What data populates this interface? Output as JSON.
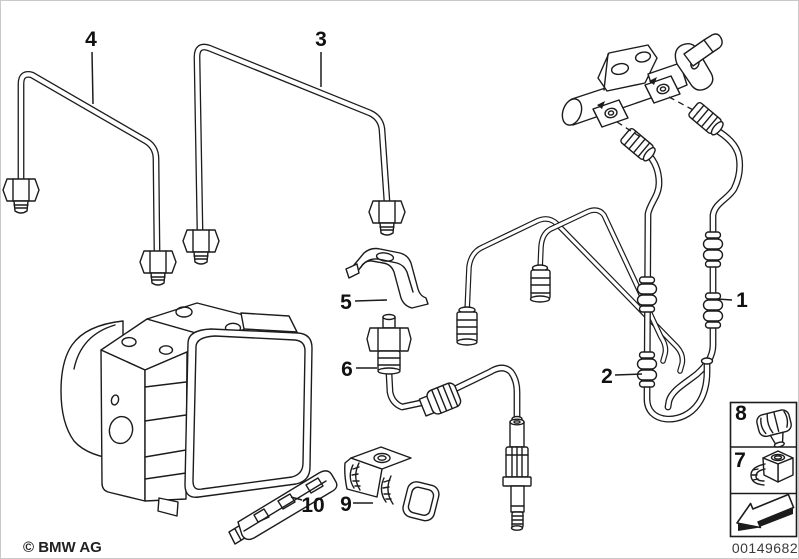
{
  "figure": {
    "callouts": {
      "c1": "1",
      "c2": "2",
      "c3": "3",
      "c4": "4",
      "c5": "5",
      "c6": "6",
      "c7": "7",
      "c8": "8",
      "c9": "9",
      "c10": "10"
    },
    "footer": {
      "copyright": "© BMW AG",
      "image_number": "00149682"
    },
    "colors": {
      "line": "#1c1c1c",
      "background": "#ffffff"
    }
  }
}
